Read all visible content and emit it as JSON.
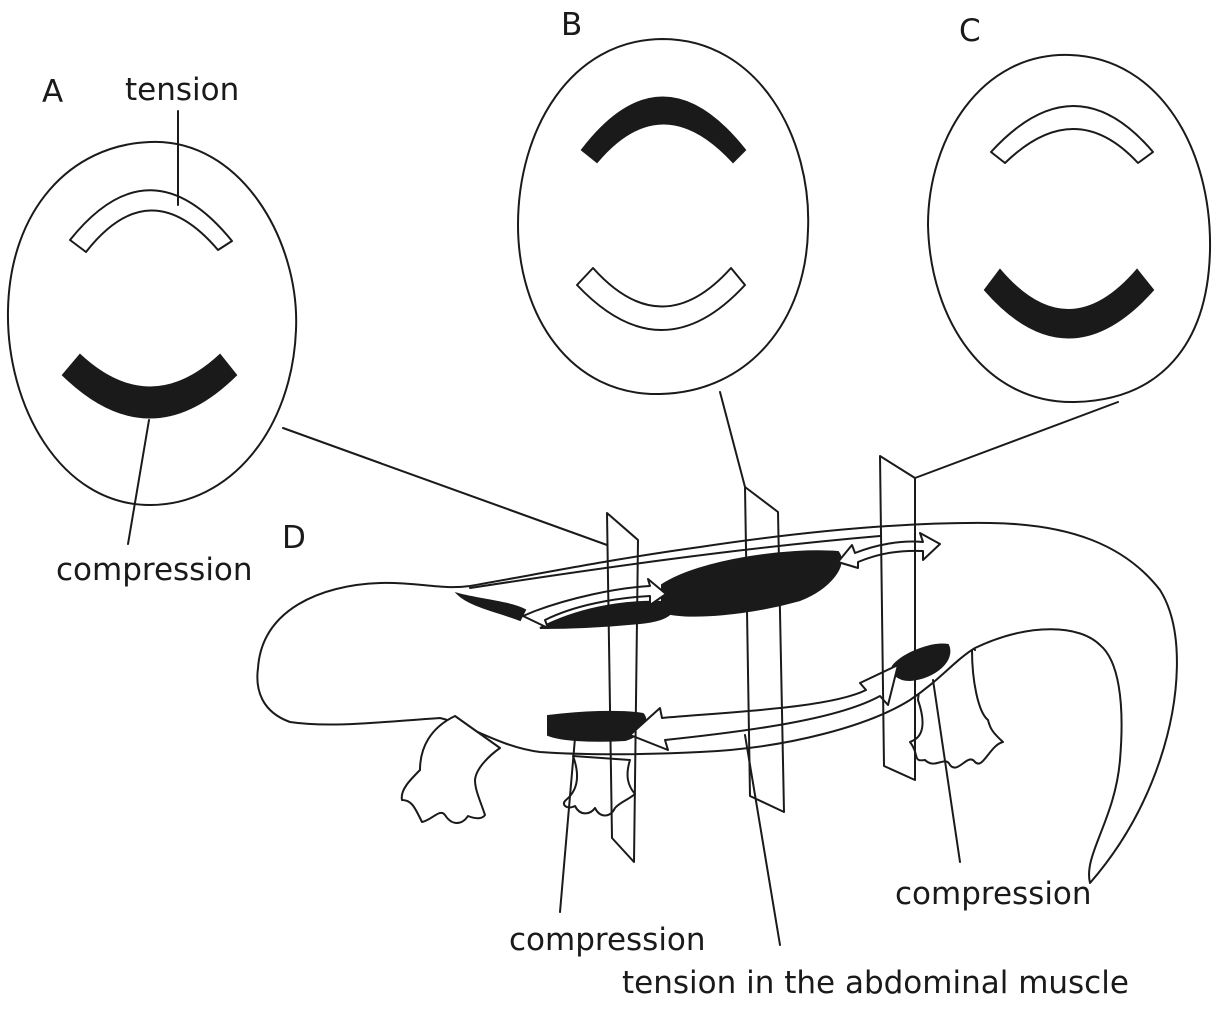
{
  "panels": {
    "a": {
      "letter": "A",
      "top_label": "tension",
      "bottom_label": "compression"
    },
    "b": {
      "letter": "B"
    },
    "c": {
      "letter": "C"
    },
    "d": {
      "letter": "D"
    }
  },
  "annotations": {
    "front_leg": "compression",
    "hind_leg": "compression",
    "abdomen": "tension in the abdominal muscle"
  },
  "colors": {
    "ink": "#1a1a1a",
    "fill_light": "#ffffff"
  }
}
